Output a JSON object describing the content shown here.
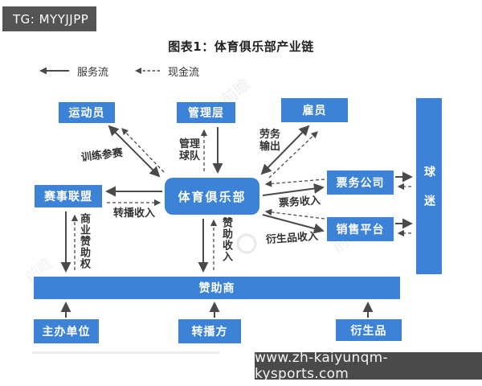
{
  "badge": "TG: MYYJJPP",
  "title": "图表1：体育俱乐部产业链",
  "legend": {
    "service_label": "服务流",
    "cash_label": "现金流"
  },
  "nodes": {
    "athlete": "运动员",
    "management": "管理层",
    "employee": "雇员",
    "fans": "球迷",
    "league": "赛事联盟",
    "club": "体育俱乐部",
    "ticket": "票务公司",
    "sales": "销售平台",
    "sponsor": "赞助商",
    "organizer": "主办单位",
    "broadcaster": "转播方",
    "derivative": "衍生品"
  },
  "edge_labels": {
    "training": "训练参赛",
    "manage": "管理球队",
    "labor": "劳务输出",
    "broadcast_income": "转播收入",
    "ticket_income": "票务收入",
    "derivative_income": "衍生品收入",
    "commercial_rights": "商业赞助权",
    "sponsor_income": "赞助收入"
  },
  "edges": [
    {
      "from": "athlete",
      "to": "club",
      "type": "service-both",
      "label": "训练参赛"
    },
    {
      "from": "club",
      "to": "athlete",
      "type": "cash"
    },
    {
      "from": "management",
      "to": "club",
      "type": "service",
      "label": "管理球队"
    },
    {
      "from": "club",
      "to": "management",
      "type": "cash"
    },
    {
      "from": "employee",
      "to": "club",
      "type": "service-both",
      "label": "劳务输出"
    },
    {
      "from": "club",
      "to": "employee",
      "type": "cash"
    },
    {
      "from": "club",
      "to": "league",
      "type": "service"
    },
    {
      "from": "league",
      "to": "club",
      "type": "cash",
      "label": "转播收入"
    },
    {
      "from": "club",
      "to": "ticket",
      "type": "service"
    },
    {
      "from": "ticket",
      "to": "club",
      "type": "cash",
      "label": "票务收入"
    },
    {
      "from": "club",
      "to": "sales",
      "type": "service"
    },
    {
      "from": "sales",
      "to": "club",
      "type": "cash",
      "label": "衍生品收入"
    },
    {
      "from": "ticket",
      "to": "fans",
      "type": "service"
    },
    {
      "from": "fans",
      "to": "ticket",
      "type": "cash"
    },
    {
      "from": "sales",
      "to": "fans",
      "type": "service"
    },
    {
      "from": "fans",
      "to": "sales",
      "type": "cash"
    },
    {
      "from": "league",
      "to": "sponsor",
      "type": "service",
      "label": "商业赞助权"
    },
    {
      "from": "sponsor",
      "to": "league",
      "type": "cash"
    },
    {
      "from": "club",
      "to": "sponsor",
      "type": "service"
    },
    {
      "from": "sponsor",
      "to": "club",
      "type": "cash",
      "label": "赞助收入"
    },
    {
      "from": "organizer",
      "to": "sponsor",
      "type": "service"
    },
    {
      "from": "broadcaster",
      "to": "sponsor",
      "type": "service"
    },
    {
      "from": "derivative",
      "to": "sponsor",
      "type": "service"
    }
  ],
  "watermark": "前瞻",
  "footer": "www.zh-kaiyunqm-kysports.com",
  "colors": {
    "node_blue": "#3C83D8",
    "badge_gray": "#545454",
    "footer_gray": "#4A4A4A",
    "arrow_gray": "#4A4A4A",
    "label_text": "#333333"
  }
}
